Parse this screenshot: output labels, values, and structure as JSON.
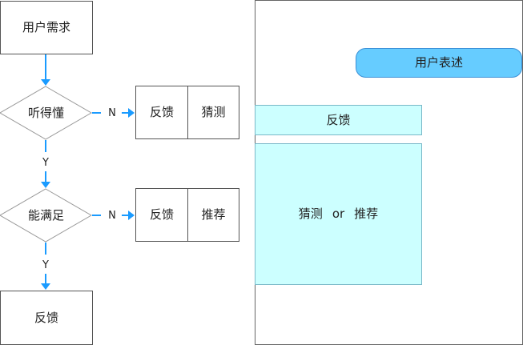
{
  "flowchart": {
    "start": "用户需求",
    "decision_1": "听得懂",
    "decision_2": "能满足",
    "no_label": "N",
    "yes_label": "Y",
    "row1": {
      "left": "反馈",
      "right": "猜测"
    },
    "row2": {
      "left": "反馈",
      "right": "推荐"
    },
    "end": "反馈"
  },
  "mockup": {
    "user_bubble": "用户表述",
    "feedback_block": "反馈",
    "content_block": {
      "word1": "猜测",
      "word2": "or",
      "word3": "推荐"
    }
  },
  "colors": {
    "arrow": "#1a9bff",
    "bubble_fill": "#66ccff",
    "bubble_border": "#3a8fd6",
    "panel_fill": "#ccffff",
    "panel_border": "#7ab8c8",
    "box_border": "#555555",
    "diamond_border": "#999999"
  }
}
